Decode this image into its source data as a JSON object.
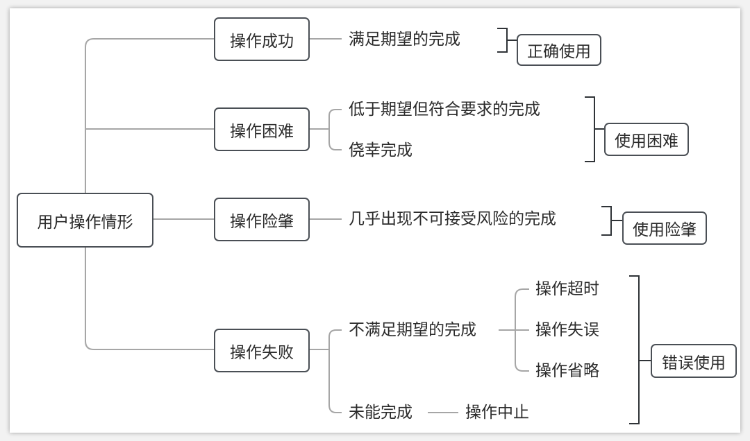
{
  "colors": {
    "line": "#a6a6a6",
    "bracket": "#2f3337",
    "border": "#4a4f55",
    "text": "#2b2b2b"
  },
  "root": {
    "label": "用户操作情形"
  },
  "branches": [
    {
      "label": "操作成功",
      "outcomes": [
        {
          "label": "满足期望的完成"
        }
      ],
      "category": "正确使用"
    },
    {
      "label": "操作困难",
      "outcomes": [
        {
          "label": "低于期望但符合要求的完成"
        },
        {
          "label": "侥幸完成"
        }
      ],
      "category": "使用困难"
    },
    {
      "label": "操作险肇",
      "outcomes": [
        {
          "label": "几乎出现不可接受风险的完成"
        }
      ],
      "category": "使用险肇"
    },
    {
      "label": "操作失败",
      "outcomes": [
        {
          "label": "不满足期望的完成",
          "children": [
            {
              "label": "操作超时"
            },
            {
              "label": "操作失误"
            },
            {
              "label": "操作省略"
            }
          ]
        },
        {
          "label": "未能完成",
          "children": [
            {
              "label": "操作中止"
            }
          ]
        }
      ],
      "category": "错误使用"
    }
  ]
}
